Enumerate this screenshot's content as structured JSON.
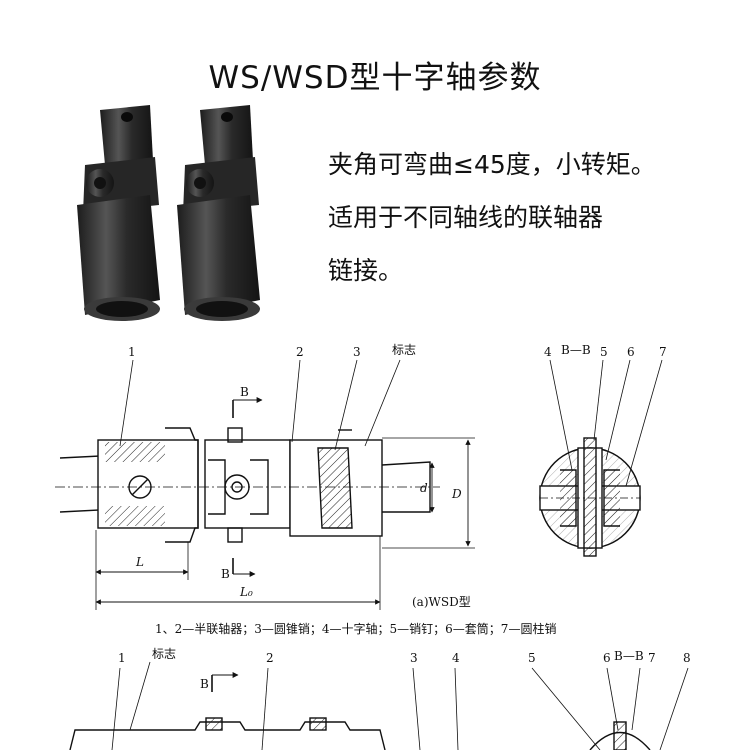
{
  "header": {
    "title": "WS/WSD型十字轴参数"
  },
  "description": {
    "line1": "夹角可弯曲≤45度，小转矩。",
    "line2": "适用于不同轴线的联轴器",
    "line3": "链接。"
  },
  "diagram_a": {
    "callouts": [
      "1",
      "2",
      "3",
      "标志",
      "4",
      "B—B",
      "5",
      "6",
      "7"
    ],
    "section_marks": [
      "B",
      "B"
    ],
    "dims": {
      "L": "L",
      "L0": "L₀",
      "d": "d",
      "D": "D"
    },
    "caption": "(a)WSD型",
    "legend": "1、2—半联轴器；3—圆锥销；4—十字轴；5—销钉；6—套筒；7—圆柱销"
  },
  "diagram_b": {
    "callouts": [
      "1",
      "标志",
      "2",
      "3",
      "4",
      "5",
      "6",
      "B—B",
      "7",
      "8"
    ],
    "section_marks": [
      "B"
    ]
  },
  "colors": {
    "ink": "#111111",
    "hatch": "#222222",
    "metal": "#2e2e2e"
  }
}
